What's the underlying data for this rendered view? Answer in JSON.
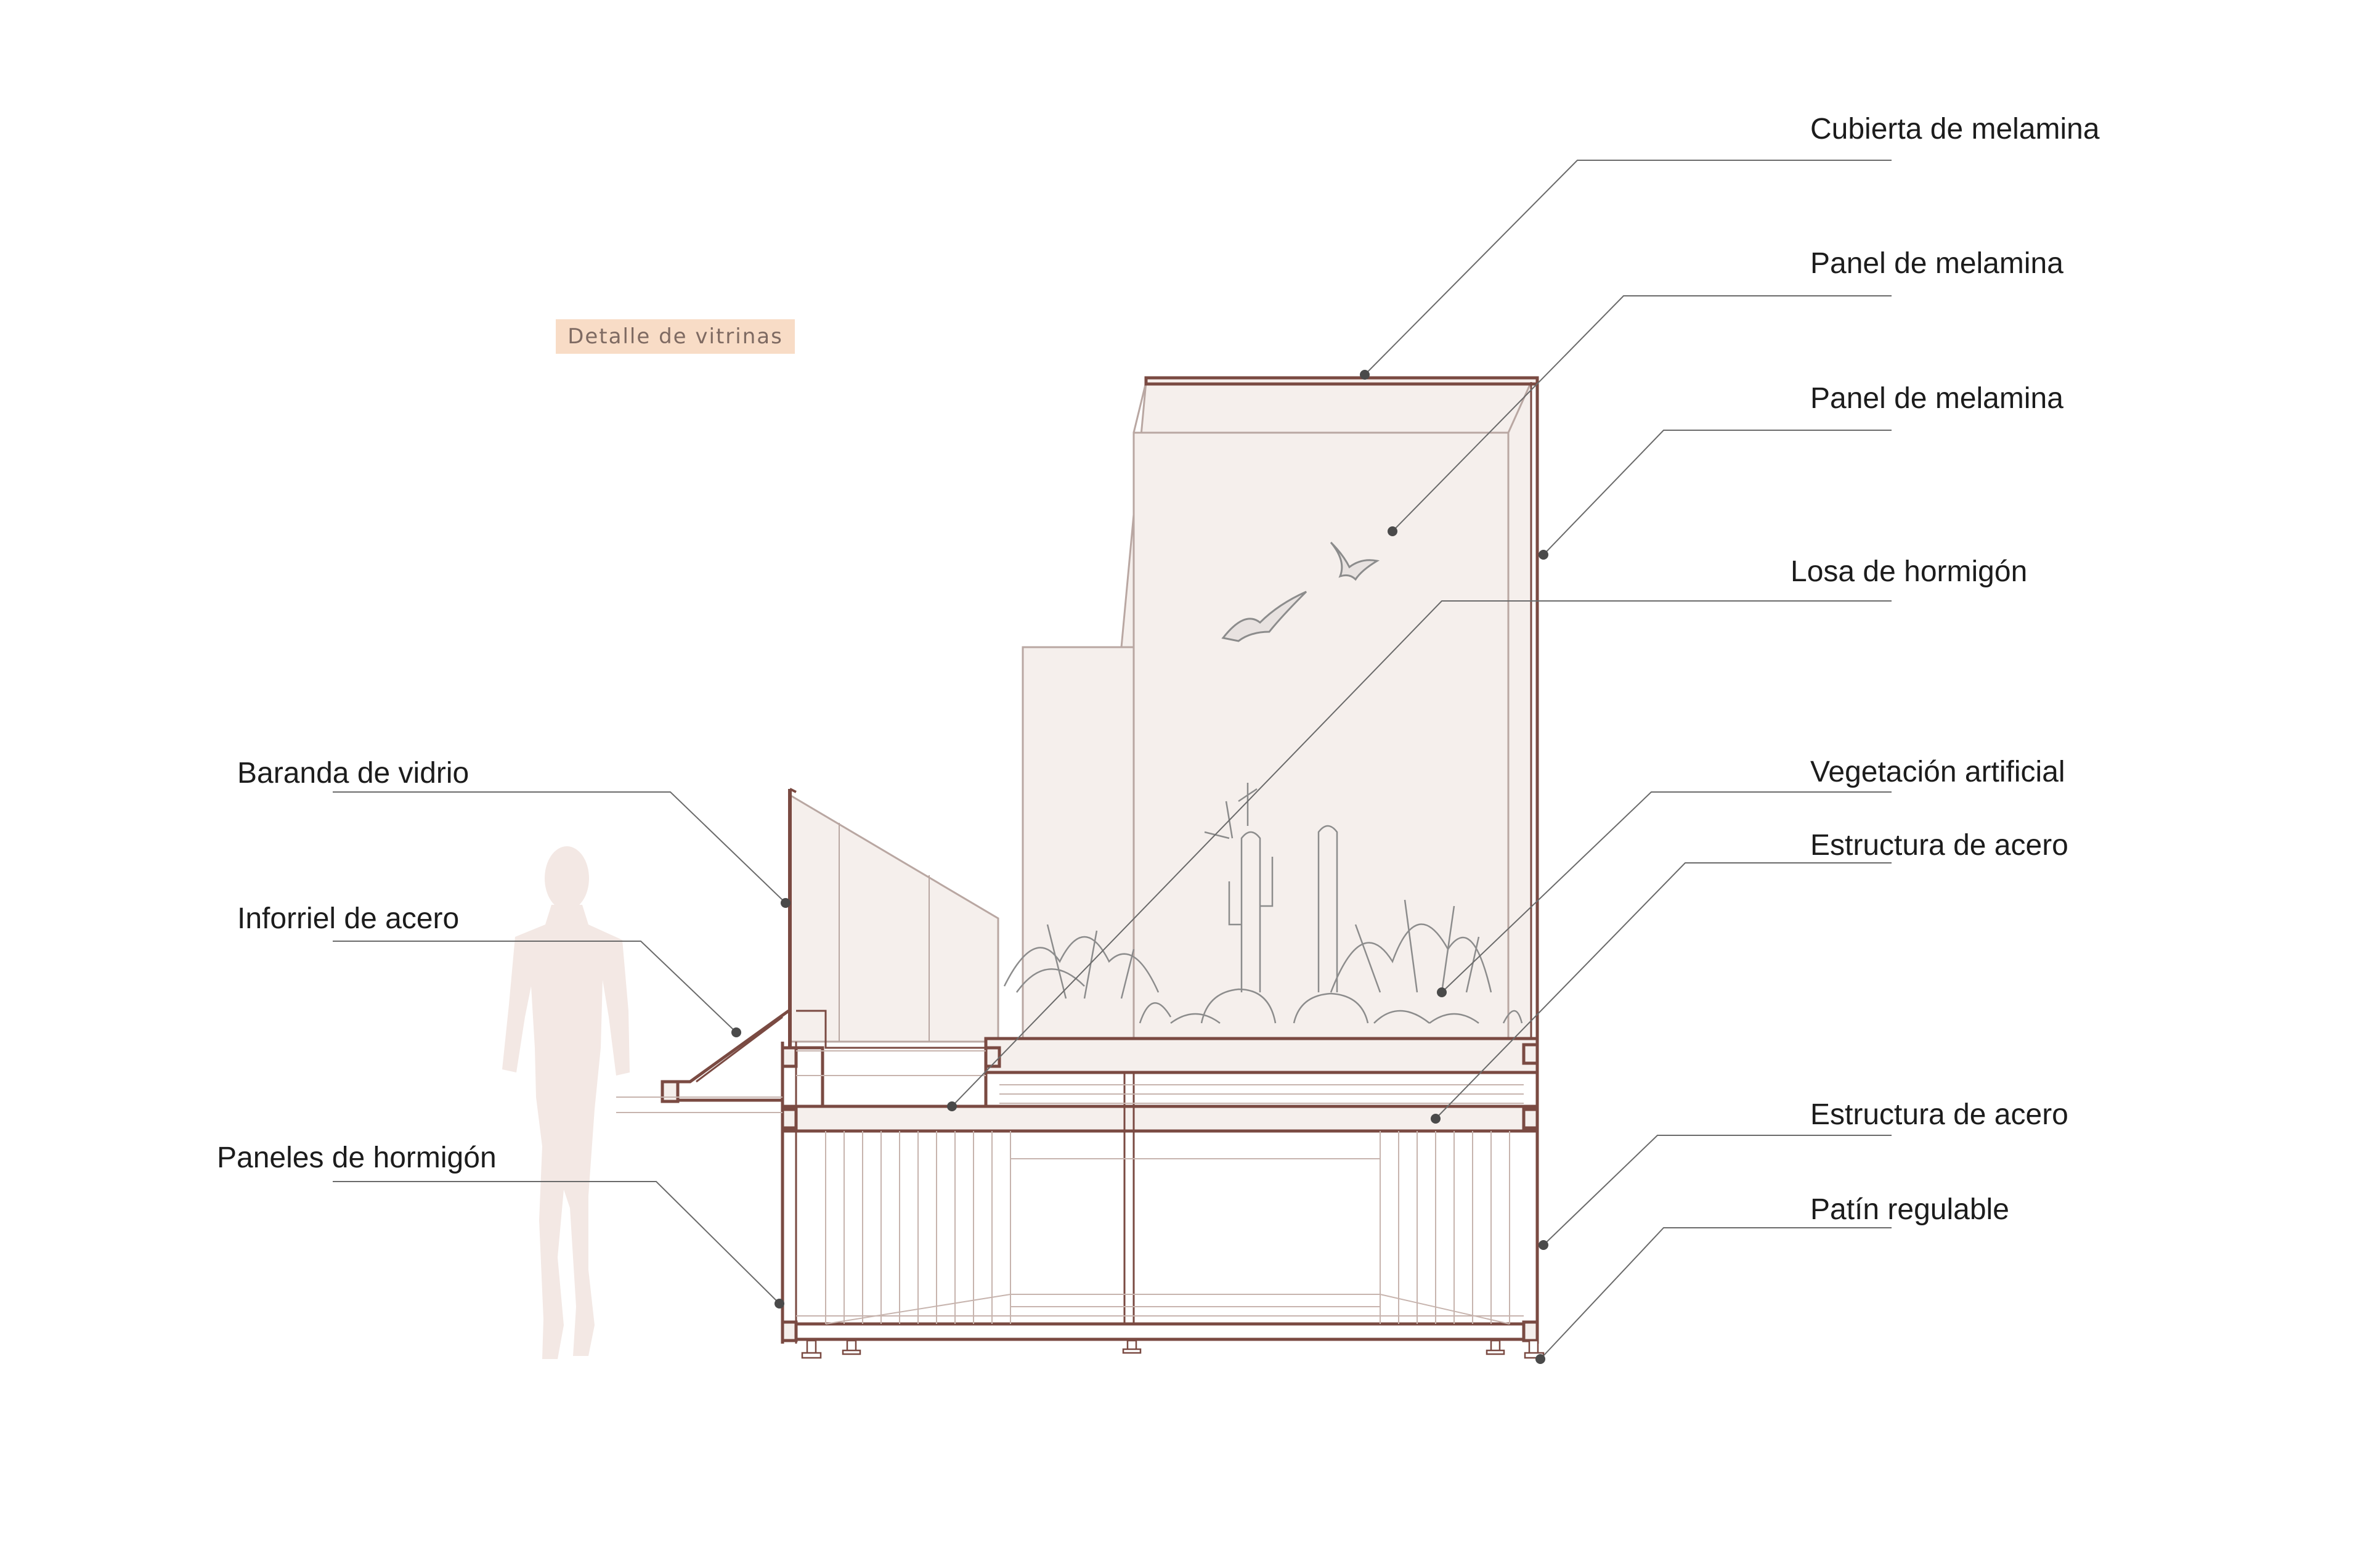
{
  "section_tag": "Detalle de vitrinas",
  "labels": {
    "cubierta": "Cubierta de melamina",
    "panel_1": "Panel de melamina",
    "panel_2": "Panel de melamina",
    "losa": "Losa de hormigón",
    "vegetacion": "Vegetación artificial",
    "estructura_1": "Estructura de acero",
    "estructura_2": "Estructura de acero",
    "patin": "Patín regulable",
    "baranda": "Baranda de vidrio",
    "inforriel": "Inforriel de acero",
    "paneles": "Paneles de hormigón"
  },
  "colors": {
    "structure": "#7a4a42",
    "panel_fill": "#f5efec",
    "silhouette": "#f3e8e4",
    "leader": "#6a6a6a",
    "dot": "#4a4a4a",
    "tag_bg": "#f8dcc6"
  }
}
